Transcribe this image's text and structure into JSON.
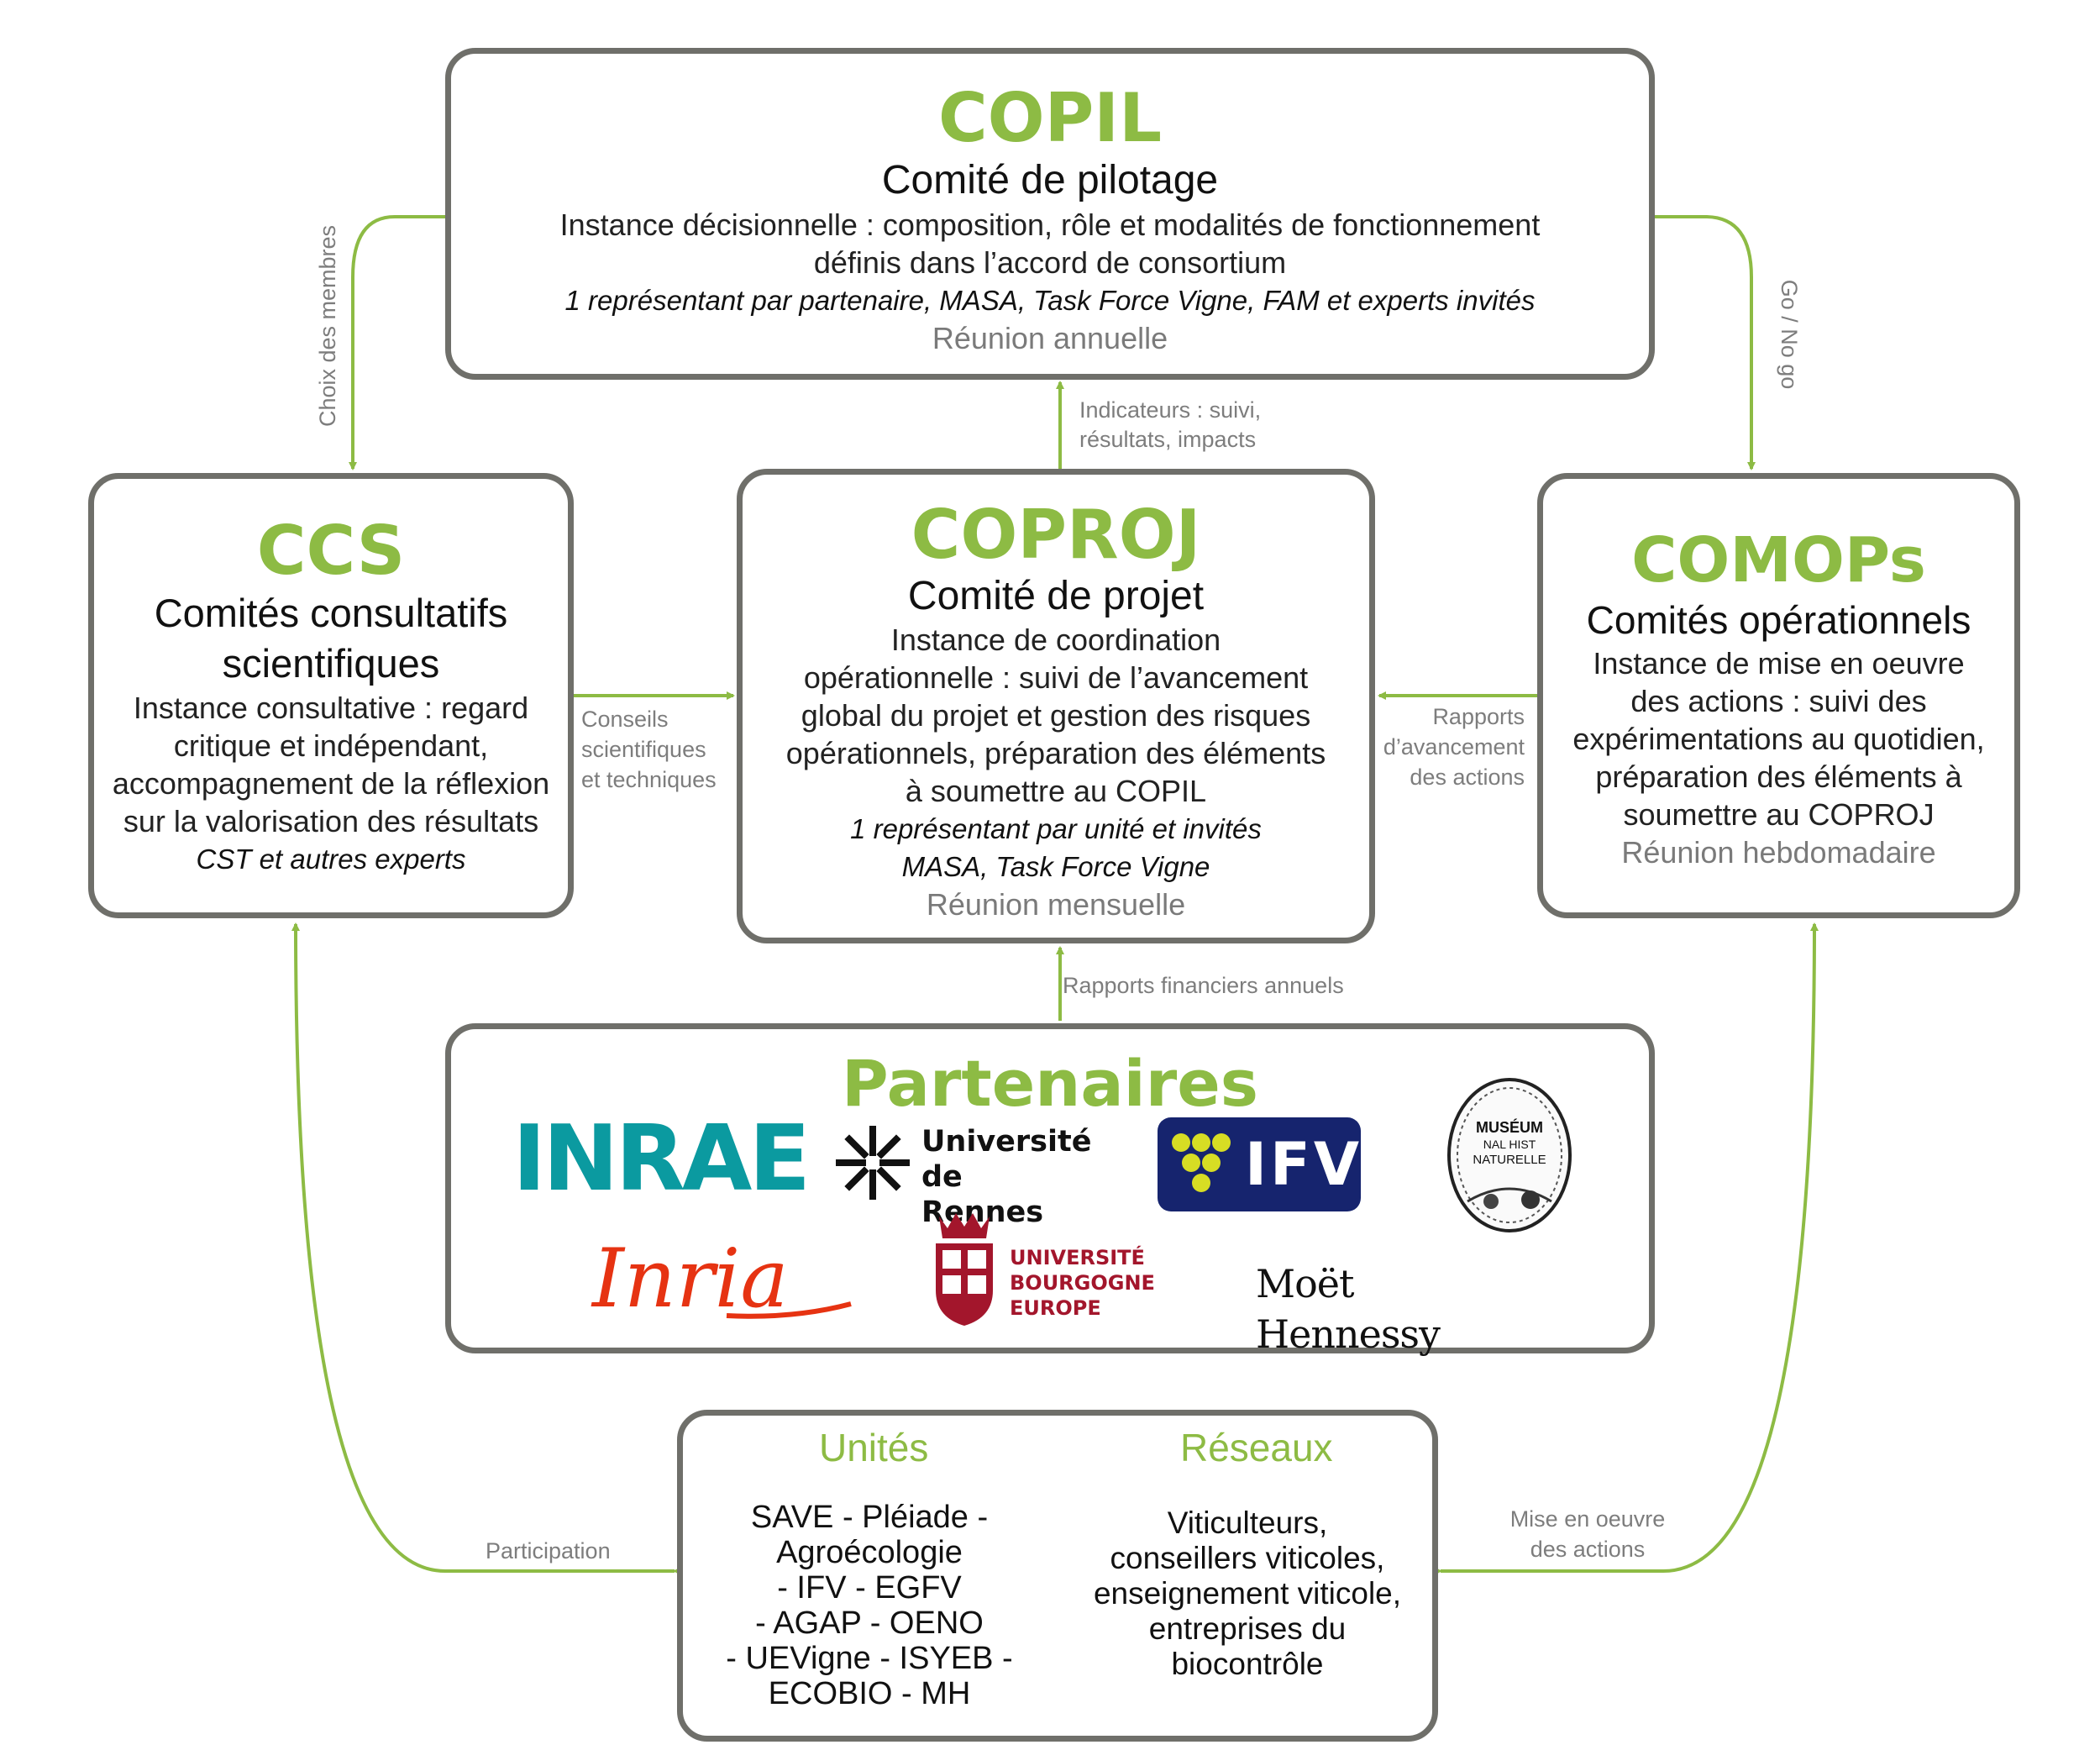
{
  "copil": {
    "acronym": "COPIL",
    "subtitle": "Comité de pilotage",
    "desc1": "Instance décisionnelle : composition, rôle et modalités de fonctionnement",
    "desc2": "définis dans l’accord de consortium",
    "members": "1 représentant par partenaire, MASA, Task Force Vigne, FAM et experts invités",
    "meeting": "Réunion annuelle"
  },
  "ccs": {
    "acronym": "CCS",
    "subtitle1": "Comités consultatifs",
    "subtitle2": "scientifiques",
    "desc": [
      "Instance consultative : regard",
      "critique et indépendant,",
      "accompagnement de la réflexion",
      "sur la valorisation des résultats"
    ],
    "members": "CST et autres experts"
  },
  "coproj": {
    "acronym": "COPROJ",
    "subtitle": "Comité de projet",
    "desc": [
      "Instance de coordination",
      "opérationnelle : suivi de l’avancement",
      "global du projet et gestion des risques",
      "opérationnels, préparation des éléments",
      "à soumettre au COPIL"
    ],
    "members1": "1 représentant par unité et invités",
    "members2": "MASA, Task Force Vigne",
    "meeting": "Réunion mensuelle"
  },
  "comops": {
    "acronym": "COMOPs",
    "subtitle": "Comités opérationnels",
    "desc": [
      "Instance de mise en oeuvre",
      "des actions : suivi des",
      "expérimentations au quotidien,",
      "préparation des éléments à",
      "soumettre au COPROJ"
    ],
    "meeting": "Réunion hebdomadaire"
  },
  "partenaires": {
    "title": "Partenaires",
    "inrae": "INRAE",
    "rennes1": "Université",
    "rennes2": "de Rennes",
    "ifv": "IFV",
    "museum1": "MUSÉUM",
    "museum2": "NAL HIST",
    "museum3": "NATURELLE",
    "inria": "Inria",
    "ubourgogne": [
      "UNIVERSITÉ",
      "BOURGOGNE",
      "EUROPE"
    ],
    "moet": "Moët Hennessy"
  },
  "bottom": {
    "unites_title": "Unités",
    "reseaux_title": "Réseaux",
    "unites": [
      "SAVE - Pléiade -",
      "Agroécologie",
      "- IFV - EGFV",
      "- AGAP - OENO",
      "- UEVigne - ISYEB -",
      "ECOBIO - MH"
    ],
    "reseaux": [
      "Viticulteurs,",
      "conseillers viticoles,",
      "enseignement viticole,",
      "entreprises du",
      "biocontrôle"
    ]
  },
  "labels": {
    "choix": "Choix des membres",
    "gonogo": "Go / No go",
    "indicateurs1": "Indicateurs : suivi,",
    "indicateurs2": "résultats, impacts",
    "conseils": [
      "Conseils",
      "scientifiques",
      "et techniques"
    ],
    "rapports": [
      "Rapports",
      "d’avancement",
      "des actions"
    ],
    "financiers": "Rapports financiers annuels",
    "participation": "Participation",
    "mise1": "Mise en oeuvre",
    "mise2": "des actions"
  },
  "colors": {
    "accent": "#8dbb44",
    "border": "#6f6f6a",
    "label": "#7d7d7d"
  }
}
